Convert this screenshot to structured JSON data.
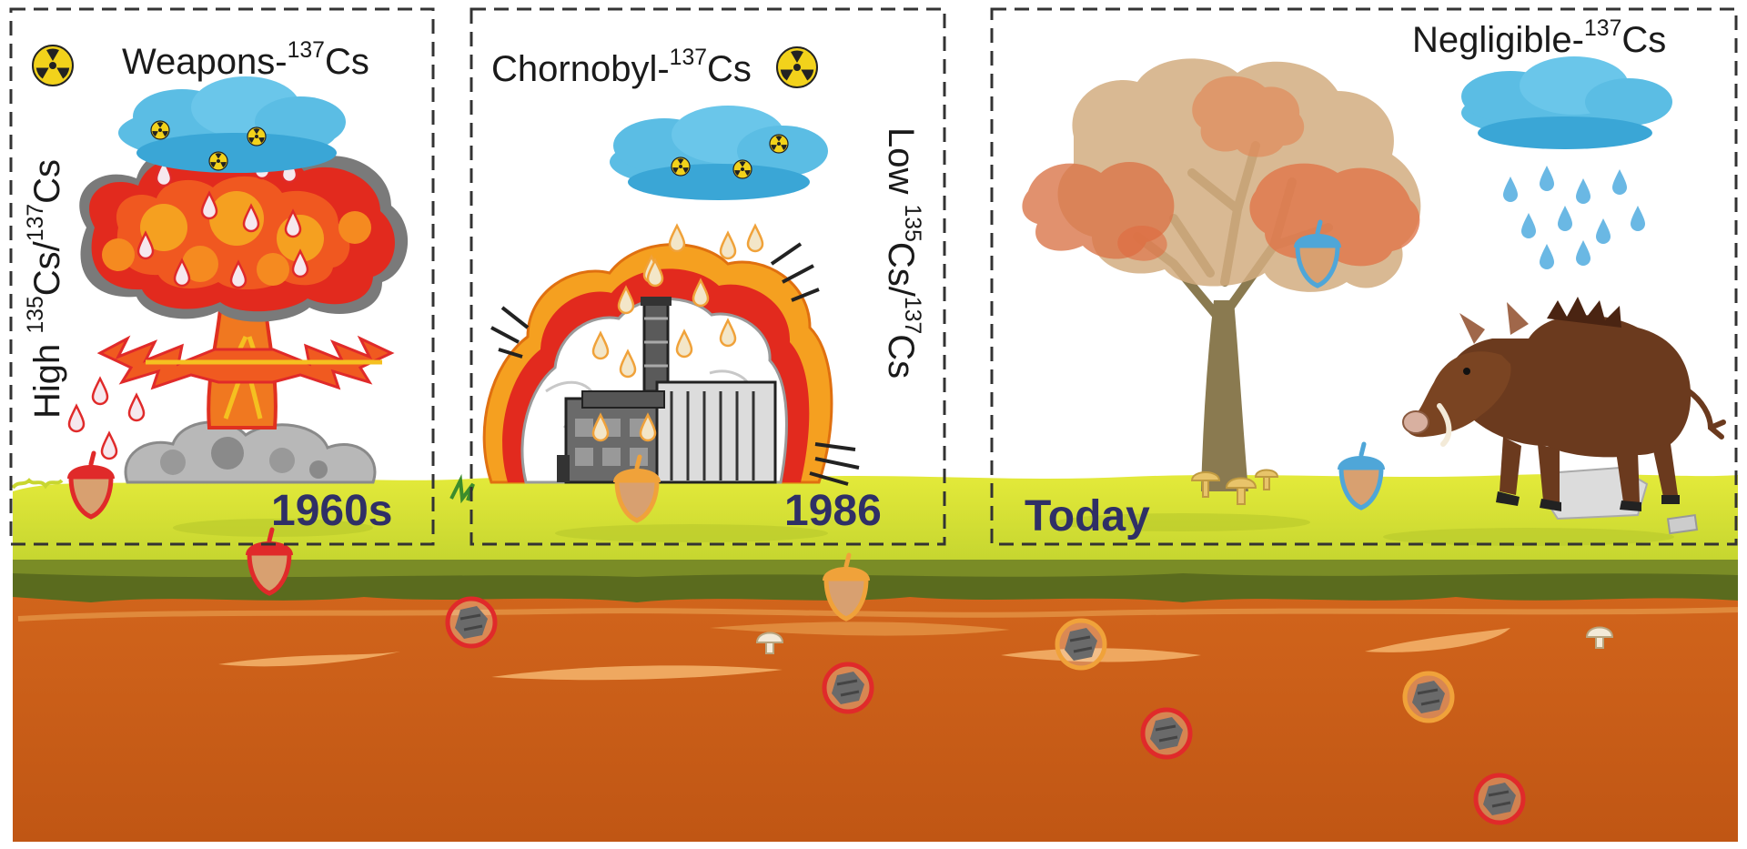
{
  "panels": [
    {
      "era": "1960s",
      "title": {
        "prefix": "Weapons-",
        "mass": "137",
        "suffix": "Cs"
      },
      "ratio": {
        "level": "High",
        "num_mass": "135",
        "den_mass": "137",
        "element": "Cs"
      }
    },
    {
      "era": "1986",
      "title": {
        "prefix": "Chornobyl-",
        "mass": "137",
        "suffix": "Cs"
      },
      "ratio": {
        "level": "Low",
        "num_mass": "135",
        "den_mass": "137",
        "element": "Cs"
      }
    },
    {
      "era": "Today",
      "title": {
        "prefix": "Negligible-",
        "mass": "137",
        "suffix": "Cs"
      }
    }
  ],
  "colors": {
    "weapons_fallout": "#e02a2a",
    "chornobyl_fallout": "#f0a23a",
    "recent_fallout": "#4fa6d8",
    "cloud": "#5bbde4",
    "grass": "#cddc3c",
    "soil": "#c8611a",
    "year_text": "#2f2f66"
  },
  "icons": [
    "radiation-icon",
    "mushroom-cloud-icon",
    "power-plant-icon",
    "tree-icon",
    "wild-boar-icon",
    "acorn-icon",
    "mushroom-icon",
    "soil-particle-icon",
    "rain-cloud-icon"
  ]
}
